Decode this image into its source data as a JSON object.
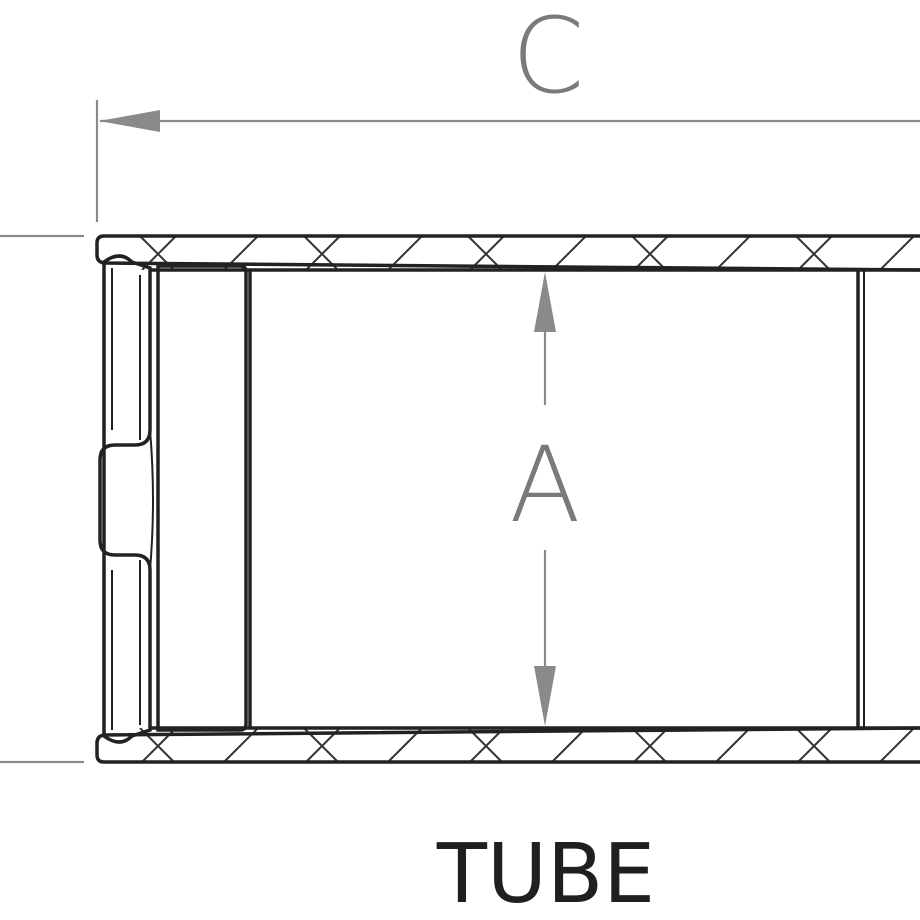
{
  "labels": {
    "dimension_c": "C",
    "dimension_a": "A",
    "caption": "TUBE"
  },
  "colors": {
    "part_outline": "#222222",
    "dimension_lines": "#8a8a8a",
    "dimension_text": "#7a7a7a",
    "caption_text": "#1f1f1f",
    "background": "#ffffff"
  }
}
